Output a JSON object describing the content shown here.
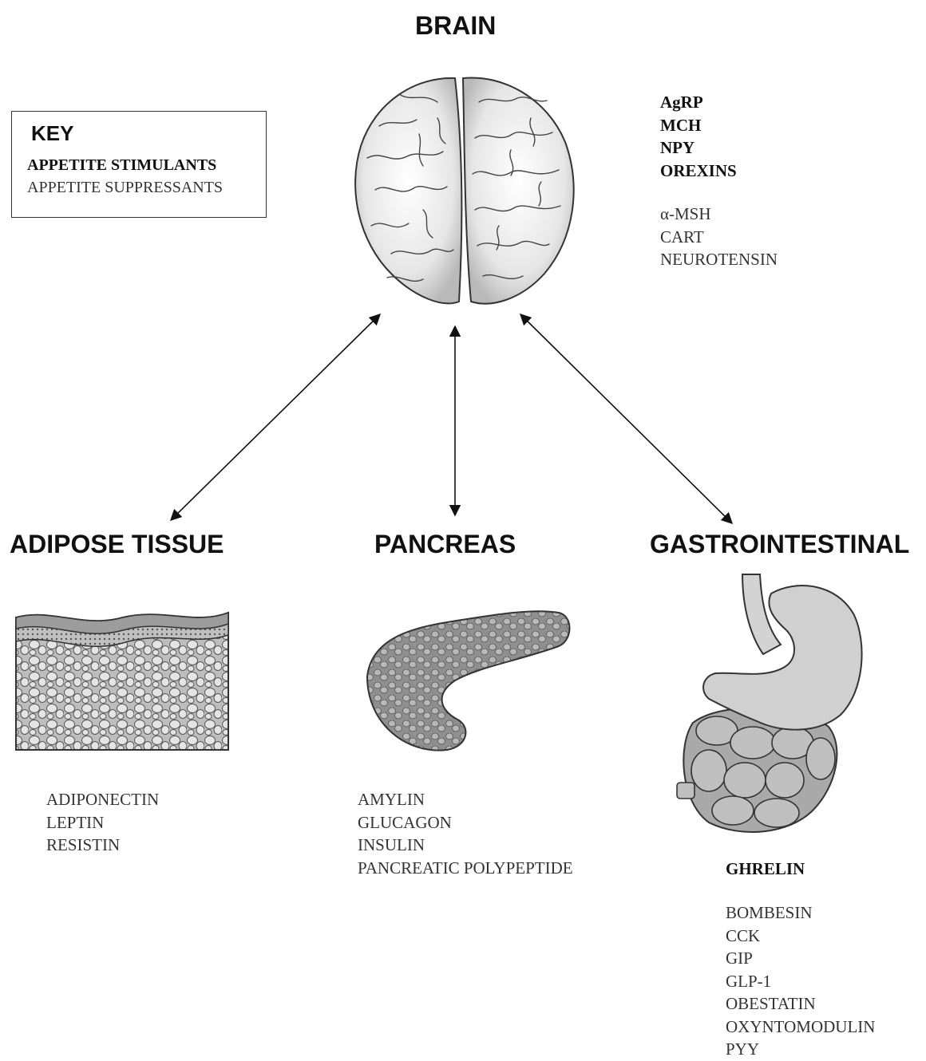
{
  "title": "BRAIN",
  "key": {
    "heading": "KEY",
    "stimulants_label": "APPETITE STIMULANTS",
    "suppressants_label": "APPETITE SUPPRESSANTS"
  },
  "brain": {
    "stimulants": [
      "AgRP",
      "MCH",
      "NPY",
      "OREXINS"
    ],
    "suppressants": [
      "α-MSH",
      "CART",
      "NEUROTENSIN"
    ]
  },
  "adipose": {
    "heading": "ADIPOSE TISSUE",
    "suppressants": [
      "ADIPONECTIN",
      "LEPTIN",
      "RESISTIN"
    ]
  },
  "pancreas": {
    "heading": "PANCREAS",
    "suppressants": [
      "AMYLIN",
      "GLUCAGON",
      "INSULIN",
      "PANCREATIC POLYPEPTIDE"
    ]
  },
  "gi": {
    "heading": "GASTROINTESTINAL",
    "stimulants": [
      "GHRELIN"
    ],
    "suppressants": [
      "BOMBESIN",
      "CCK",
      "GIP",
      "GLP-1",
      "OBESTATIN",
      "OXYNTOMODULIN",
      "PYY"
    ]
  },
  "colors": {
    "ink": "#222222",
    "organ_fill": "#d9d9d9",
    "organ_dark": "#9a9a9a"
  }
}
